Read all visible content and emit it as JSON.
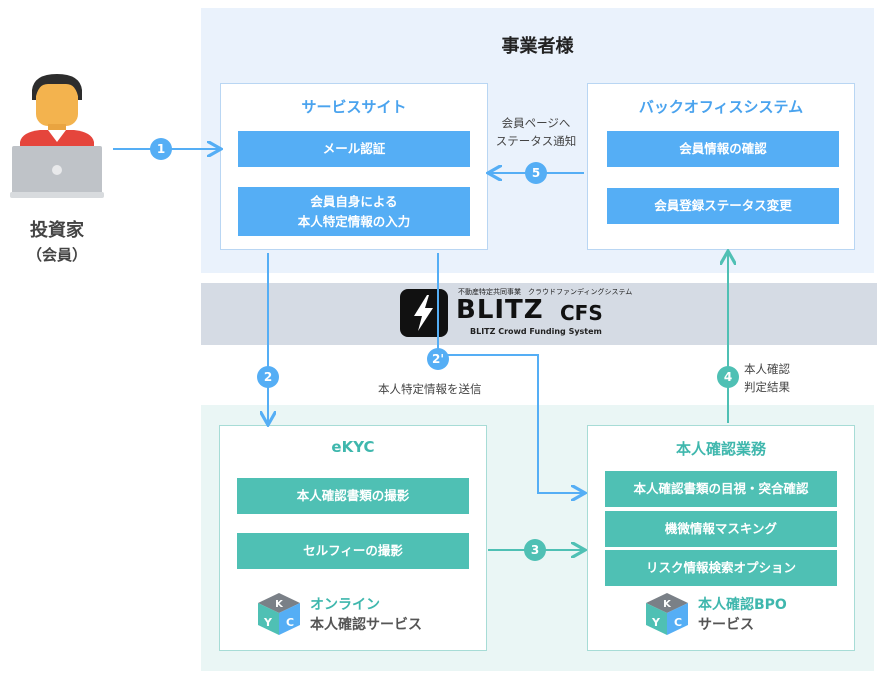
{
  "regions": {
    "business_title": "事業者様"
  },
  "investor": {
    "label": "投資家",
    "sublabel": "（会員）"
  },
  "service_site": {
    "title": "サービスサイト",
    "items": [
      "メール認証",
      "会員自身による\n本人特定情報の入力"
    ]
  },
  "back_office": {
    "title": "バックオフィスシステム",
    "items": [
      "会員情報の確認",
      "会員登録ステータス変更"
    ]
  },
  "ekyc": {
    "title": "eKYC",
    "items": [
      "本人確認書類の撮影",
      "セルフィーの撮影"
    ],
    "logo_line1": "オンライン",
    "logo_line2": "本人確認サービス"
  },
  "verification": {
    "title": "本人確認業務",
    "items": [
      "本人確認書類の目視・突合確認",
      "機微情報マスキング",
      "リスク情報検索オプション"
    ],
    "logo_line1": "本人確認BPO",
    "logo_line2": "サービス"
  },
  "steps": {
    "s1": "1",
    "s2": "2",
    "s2p": "2'",
    "s3": "3",
    "s4": "4",
    "s5": "5"
  },
  "notes": {
    "member_page": "会員ページへ\nステータス通知",
    "send_info": "本人特定情報を送信",
    "result": "本人確認\n判定結果"
  },
  "blitz": {
    "tagline": "不動産特定共同事業　クラウドファンディングシステム",
    "name": "BLITZ",
    "cfs": "CFS",
    "subtitle": "BLITZ Crowd Funding System"
  },
  "kyc_logo": {
    "k": "K",
    "y": "Y",
    "c": "C"
  },
  "colors": {
    "blue": "#55aef5",
    "teal": "#4fc0b4",
    "region_blue": "#eaf2fc",
    "region_teal": "#eaf6f5",
    "band": "#d5dbe4"
  }
}
